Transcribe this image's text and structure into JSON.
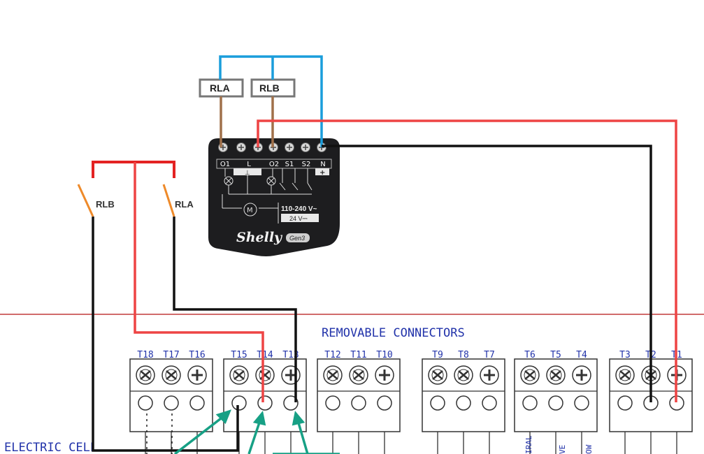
{
  "relay_boxes": {
    "rla": "RLA",
    "rlb": "RLB"
  },
  "switch_labels": {
    "left": "RLB",
    "right": "RLA"
  },
  "device": {
    "terminals": [
      "O1",
      "L",
      "O2",
      "S1",
      "S2",
      "N"
    ],
    "ground_symbol": "⊥",
    "plus_symbol": "+",
    "voltage_ac": "110-240 V~",
    "voltage_dc": "24 V⎓",
    "brand": "Shelly",
    "badge": "Gen3"
  },
  "board": {
    "section_title": "REMOVABLE CONNECTORS",
    "left_label": "ELECTRIC CELL",
    "connector_groups": [
      [
        "T18",
        "T17",
        "T16"
      ],
      [
        "T15",
        "T14",
        "T13"
      ],
      [
        "T12",
        "T11",
        "T10"
      ],
      [
        "T9",
        "T8",
        "T7"
      ],
      [
        "T6",
        "T5",
        "T4"
      ],
      [
        "T3",
        "T2",
        "T1"
      ]
    ],
    "vertical_labels": [
      "IRAL",
      "VE",
      "OW"
    ]
  },
  "colors": {
    "live_wire": "#ee4444",
    "neutral_wire": "#1a9ddb",
    "coil_wire": "#a0704a",
    "black_wire": "#111111",
    "arrow": "#17a085",
    "switch_blade": "#ee8a2a",
    "device_body": "#1d1d1f",
    "schematic_ink": "#2233aa"
  }
}
